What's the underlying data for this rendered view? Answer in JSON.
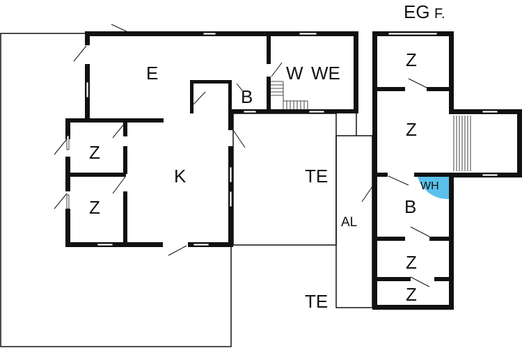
{
  "plan": {
    "floor_label": "EG",
    "floor_sublabel": "F.",
    "wh_color": "#5bc0eb",
    "rooms": {
      "e": "E",
      "we": "WE",
      "we_overlay": "W",
      "b_small": "B",
      "z_left_top": "Z",
      "z_left_bottom": "Z",
      "k": "K",
      "te_top": "TE",
      "te_bottom": "TE",
      "al": "AL",
      "z_right_1": "Z",
      "z_right_2": "Z",
      "wh": "WH",
      "b_right": "B",
      "z_right_3": "Z",
      "z_right_4": "Z"
    }
  }
}
